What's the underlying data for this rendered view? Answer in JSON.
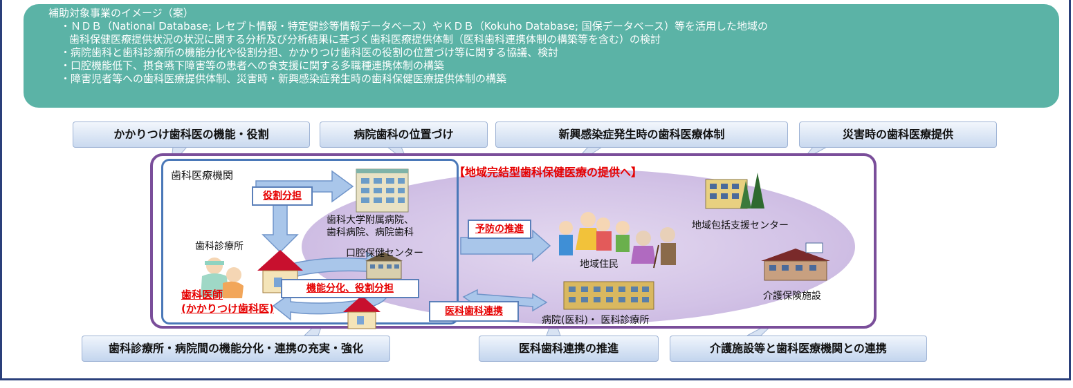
{
  "banner": {
    "title": "補助対象事業のイメージ（案）",
    "items": [
      "・ＮＤＢ（National Database; レセプト情報・特定健診等情報データベース）やＫＤＢ（Kokuho Database; 国保データベース）等を活用した地域の",
      "歯科保健医療提供状況の状況に関する分析及び分析結果に基づく歯科医療提供体制（医科歯科連携体制の構築等を含む）の検討",
      "・病院歯科と歯科診療所の機能分化や役割分担、かかりつけ歯科医の役割の位置づけ等に関する協議、検討",
      "・口腔機能低下、摂食嚥下障害等の患者への食支援に関する多職種連携体制の構築",
      "・障害児者等への歯科医療提供体制、災害時・新興感染症発生時の歯科保健医療提供体制の構築"
    ]
  },
  "top_callouts": [
    "かかりつけ歯科医の機能・役割",
    "病院歯科の位置づけ",
    "新興感染症発生時の歯科医療体制",
    "災害時の歯科医療提供"
  ],
  "bottom_callouts": [
    "歯科診療所・病院間の機能分化・連携の充実・強化",
    "医科歯科連携の推進",
    "介護施設等と歯科医療機関との連携"
  ],
  "diagram": {
    "institution_label": "歯科医療機関",
    "headline": "【地域完結型歯科保健医療の提供へ】",
    "role_share": "役割分担",
    "university_hospital": [
      "歯科大学附属病院、",
      "歯科病院、病院歯科"
    ],
    "dental_clinic": "歯科診療所",
    "oral_center": "口腔保健センター",
    "dentist": [
      "歯科医師",
      "(かかりつけ歯科医)"
    ],
    "function_division": "機能分化、役割分担",
    "prevention": "予防の推進",
    "medical_dental": "医科歯科連携",
    "residents": "地域住民",
    "support_center": "地域包括支援センター",
    "care_facility": "介護保険施設",
    "hospital_clinic": "病院(医科)・ 医科診療所"
  }
}
